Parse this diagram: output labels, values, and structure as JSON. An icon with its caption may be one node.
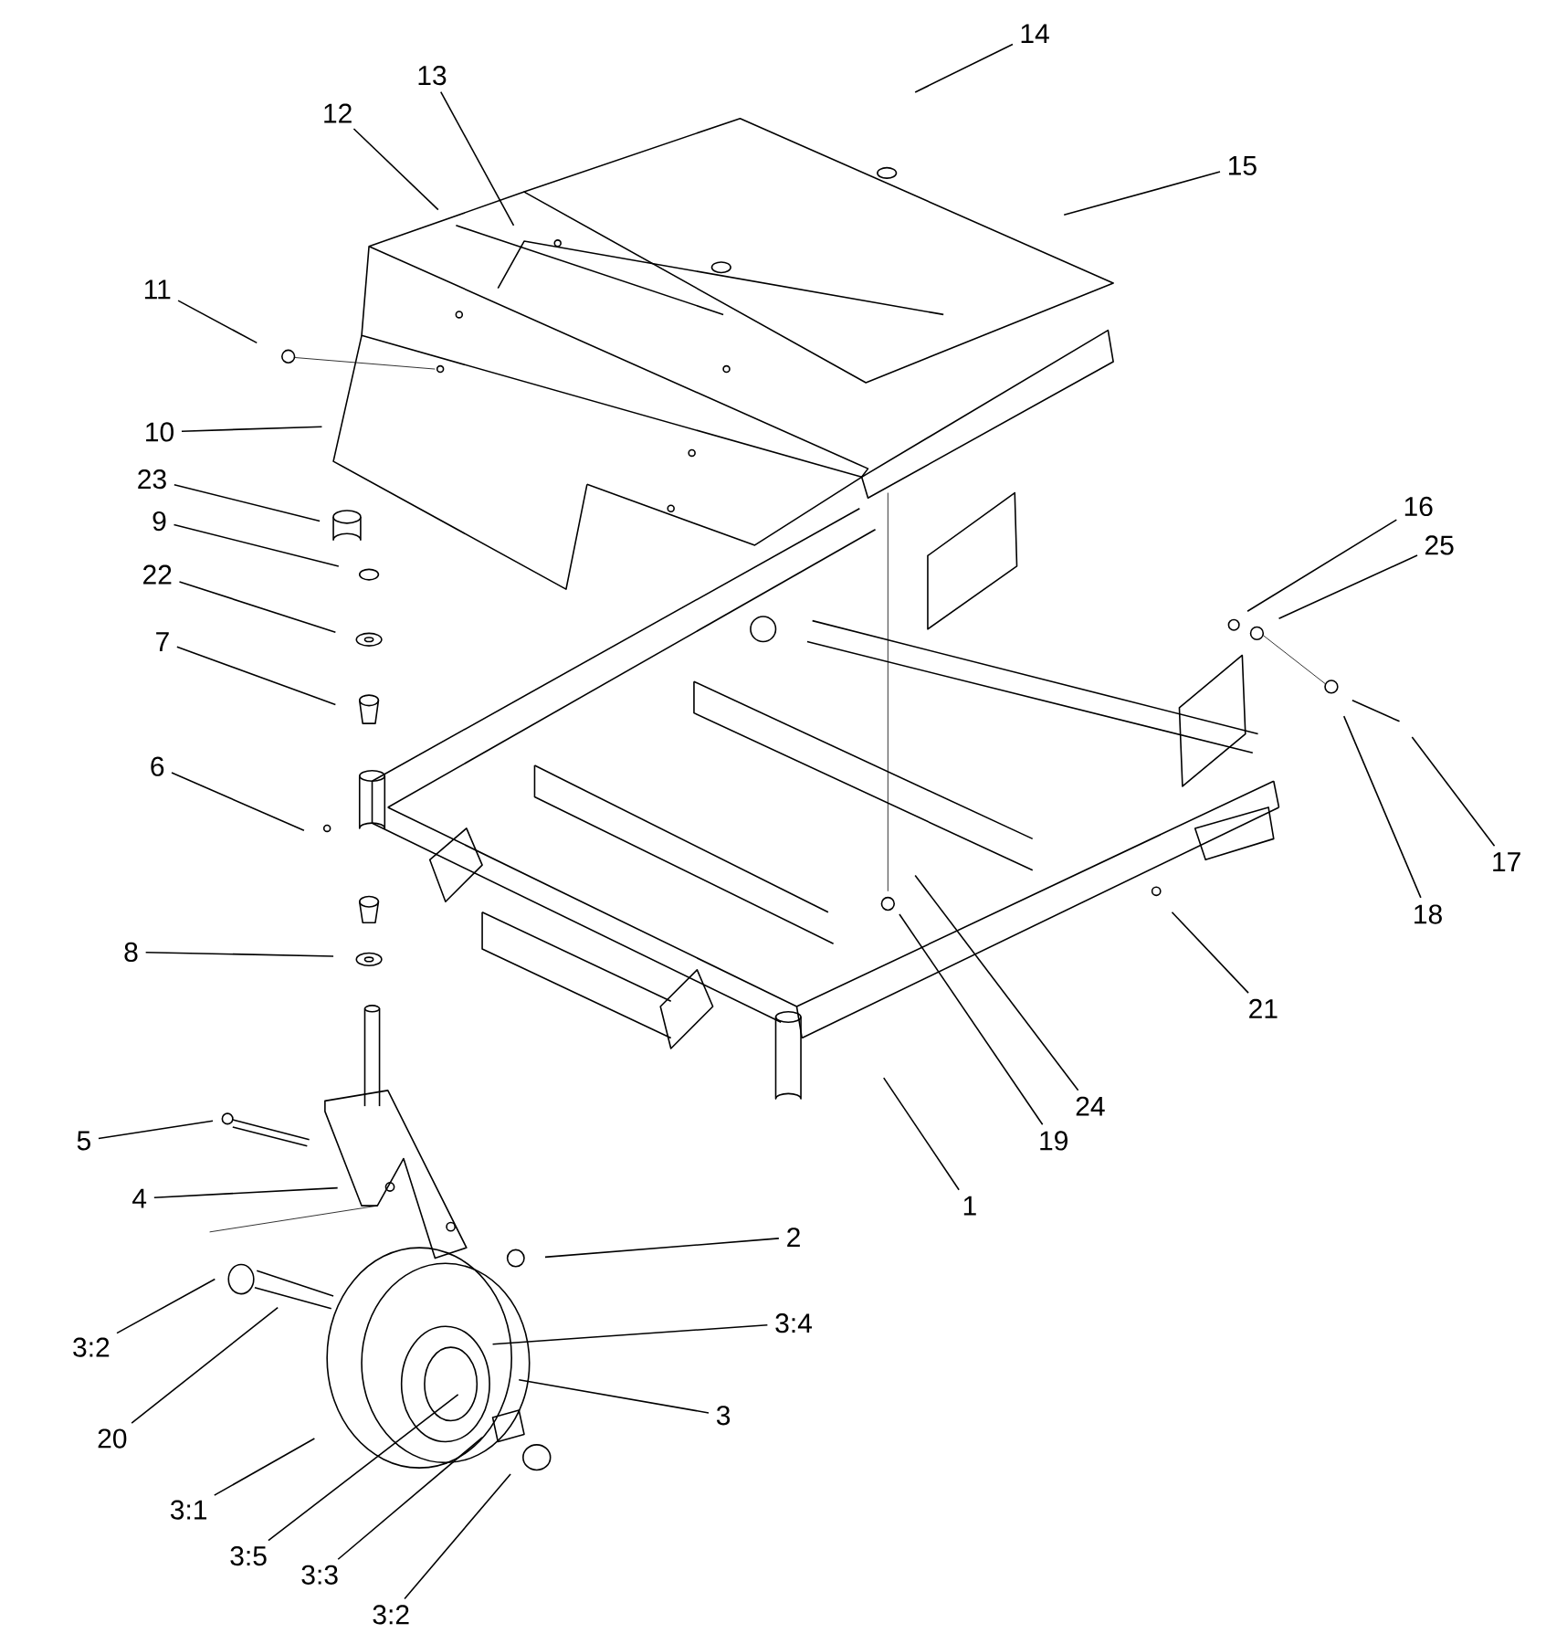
{
  "diagram": {
    "nodes": [
      {
        "text": [
          "14"
        ]
      },
      {
        "text": [
          "13"
        ]
      },
      {
        "text": [
          "12"
        ]
      },
      {
        "text": [
          "15"
        ]
      },
      {
        "text": [
          "11"
        ]
      },
      {
        "text": [
          "10"
        ]
      },
      {
        "text": [
          "23"
        ]
      },
      {
        "text": [
          "9"
        ]
      },
      {
        "text": [
          "22"
        ]
      },
      {
        "text": [
          "16"
        ]
      },
      {
        "text": [
          "25"
        ]
      },
      {
        "text": [
          "7"
        ]
      },
      {
        "text": [
          "6"
        ]
      },
      {
        "text": [
          "17"
        ]
      },
      {
        "text": [
          "18"
        ]
      },
      {
        "text": [
          "8"
        ]
      },
      {
        "text": [
          "21"
        ]
      },
      {
        "text": [
          "24"
        ]
      },
      {
        "text": [
          "19"
        ]
      },
      {
        "text": [
          "5"
        ]
      },
      {
        "text": [
          "1"
        ]
      },
      {
        "text": [
          "4"
        ]
      },
      {
        "text": [
          "2"
        ]
      },
      {
        "text": [
          "3:4"
        ]
      },
      {
        "text": [
          "3:2"
        ]
      },
      {
        "text": [
          "3"
        ]
      },
      {
        "text": [
          "20"
        ]
      },
      {
        "text": [
          "3:1"
        ]
      },
      {
        "text": [
          "3:5"
        ]
      },
      {
        "text": [
          "3:3"
        ]
      },
      {
        "text": [
          "3:2"
        ]
      }
    ],
    "edges": [
      {
        "from": 0,
        "to": null,
        "arrow": "none"
      },
      {
        "from": 1,
        "to": null,
        "arrow": "none"
      },
      {
        "from": 2,
        "to": null,
        "arrow": "none"
      },
      {
        "from": 3,
        "to": null,
        "arrow": "none"
      },
      {
        "from": 4,
        "to": null,
        "arrow": "none"
      },
      {
        "from": 5,
        "to": null,
        "arrow": "none"
      },
      {
        "from": 6,
        "to": null,
        "arrow": "none"
      },
      {
        "from": 7,
        "to": null,
        "arrow": "none"
      },
      {
        "from": 8,
        "to": null,
        "arrow": "none"
      },
      {
        "from": 9,
        "to": null,
        "arrow": "none"
      },
      {
        "from": 10,
        "to": null,
        "arrow": "none"
      },
      {
        "from": 11,
        "to": null,
        "arrow": "none"
      },
      {
        "from": 12,
        "to": null,
        "arrow": "none"
      },
      {
        "from": 13,
        "to": null,
        "arrow": "none"
      },
      {
        "from": 14,
        "to": null,
        "arrow": "none"
      },
      {
        "from": 15,
        "to": null,
        "arrow": "none"
      },
      {
        "from": 16,
        "to": null,
        "arrow": "none"
      },
      {
        "from": 17,
        "to": null,
        "arrow": "none"
      },
      {
        "from": 18,
        "to": null,
        "arrow": "none"
      },
      {
        "from": 19,
        "to": null,
        "arrow": "none"
      },
      {
        "from": 20,
        "to": null,
        "arrow": "none"
      },
      {
        "from": 21,
        "to": null,
        "arrow": "none"
      },
      {
        "from": 22,
        "to": null,
        "arrow": "none"
      },
      {
        "from": 23,
        "to": null,
        "arrow": "none"
      },
      {
        "from": 24,
        "to": null,
        "arrow": "none"
      },
      {
        "from": 25,
        "to": null,
        "arrow": "none"
      },
      {
        "from": 26,
        "to": null,
        "arrow": "none"
      },
      {
        "from": 27,
        "to": null,
        "arrow": "none"
      },
      {
        "from": 28,
        "to": null,
        "arrow": "none"
      },
      {
        "from": 29,
        "to": null,
        "arrow": "none"
      },
      {
        "from": 30,
        "to": null,
        "arrow": "none"
      }
    ]
  }
}
